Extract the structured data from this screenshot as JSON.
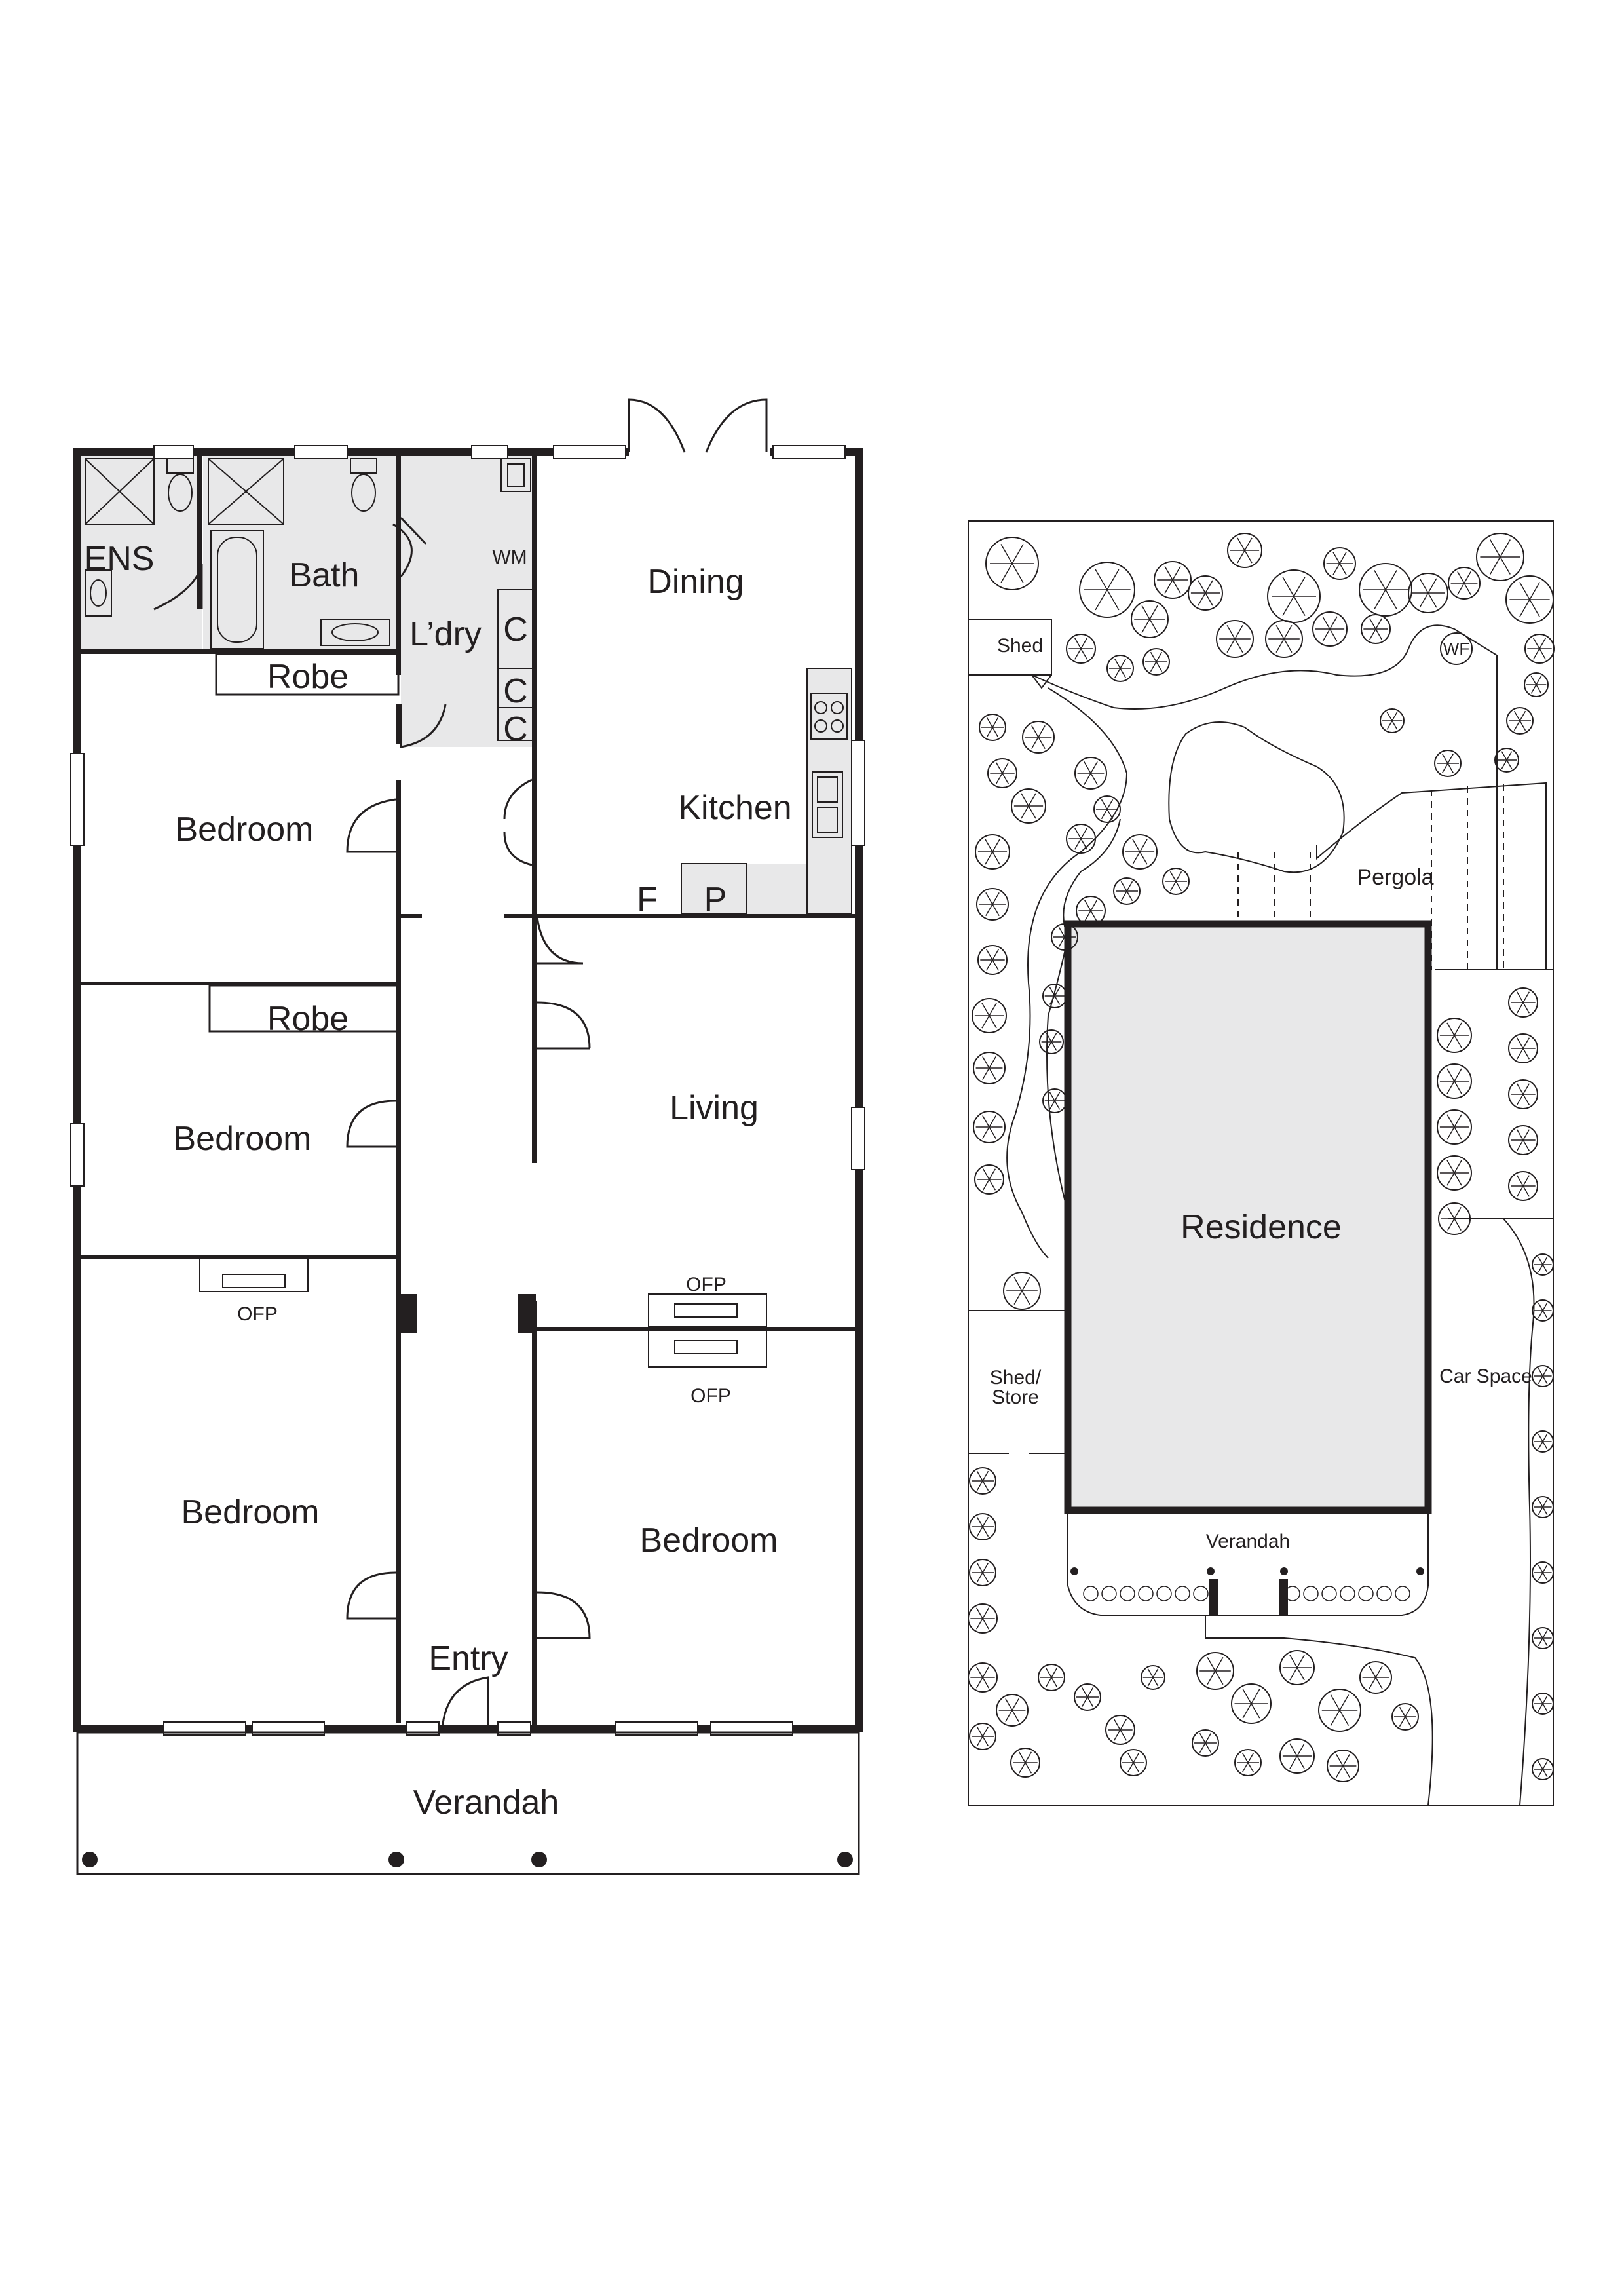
{
  "floor_plan": {
    "rooms": {
      "ens": "ENS",
      "bath": "Bath",
      "robe_top": "Robe",
      "laundry": "L’dry",
      "wm": "WM",
      "cupboard_1": "C",
      "cupboard_2": "C",
      "cupboard_3": "C",
      "dining": "Dining",
      "kitchen": "Kitchen",
      "fridge": "F",
      "pantry": "P",
      "bedroom_1": "Bedroom",
      "robe_mid": "Robe",
      "bedroom_2": "Bedroom",
      "living": "Living",
      "bedroom_3": "Bedroom",
      "bedroom_4": "Bedroom",
      "entry": "Entry",
      "verandah": "Verandah"
    },
    "fireplaces": {
      "ofp_bed3": "OFP",
      "ofp_living": "OFP",
      "ofp_bed4": "OFP"
    }
  },
  "site_plan": {
    "shed": "Shed",
    "wf": "WF",
    "pergola": "Pergola",
    "residence": "Residence",
    "shed_store_line1": "Shed/",
    "shed_store_line2": "Store",
    "car_space": "Car Space",
    "verandah": "Verandah"
  }
}
